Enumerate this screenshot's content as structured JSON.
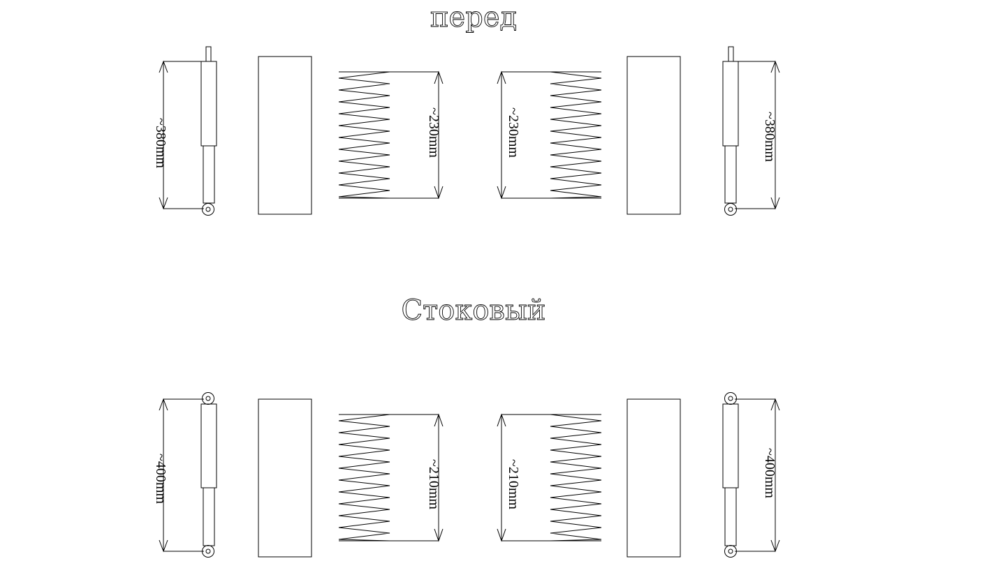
{
  "top_section": {
    "title": "перед",
    "shock_left_dim": "~380mm",
    "spring_left_dim": "~230mm",
    "spring_right_dim": "~230mm",
    "shock_right_dim": "~380mm"
  },
  "bottom_section": {
    "title": "Стоковый",
    "shock_left_dim": "~400mm",
    "spring_left_dim": "~210mm",
    "spring_right_dim": "~210mm",
    "shock_right_dim": "~400mm"
  }
}
